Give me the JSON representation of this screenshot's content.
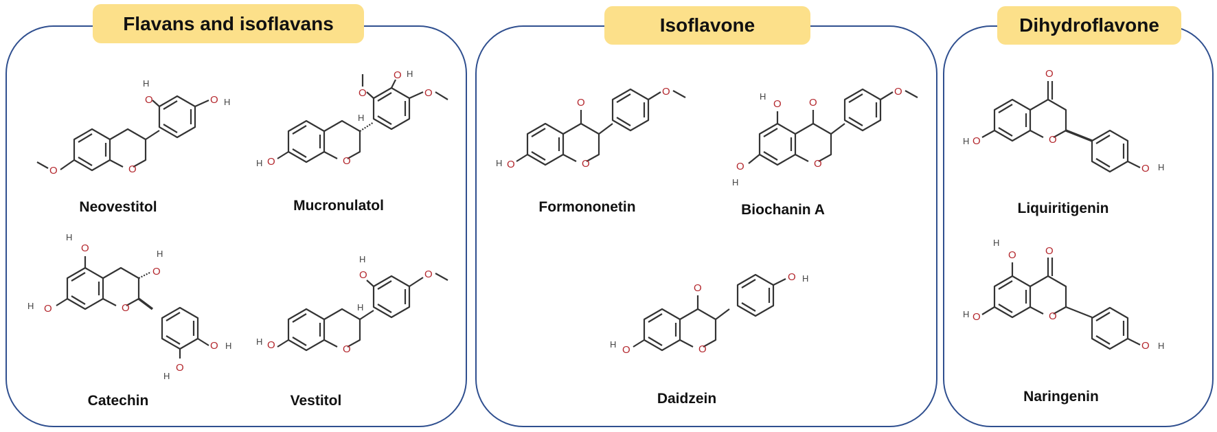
{
  "panels": [
    {
      "title": "Flavans and isoflavans",
      "compounds": [
        "Neovestitol",
        "Mucronulatol",
        "Catechin",
        "Vestitol"
      ]
    },
    {
      "title": "Isoflavone",
      "compounds": [
        "Formononetin",
        "Biochanin A",
        "Daidzein"
      ]
    },
    {
      "title": "Dihydroflavone",
      "compounds": [
        "Liquiritigenin",
        "Naringenin"
      ]
    }
  ],
  "atom_labels": {
    "oxygen": "O",
    "hydrogen": "H"
  },
  "colors": {
    "panel_border": "#2f4f8f",
    "title_fill": "#fce08a",
    "oxygen": "#b3262c",
    "bond": "#333333"
  }
}
